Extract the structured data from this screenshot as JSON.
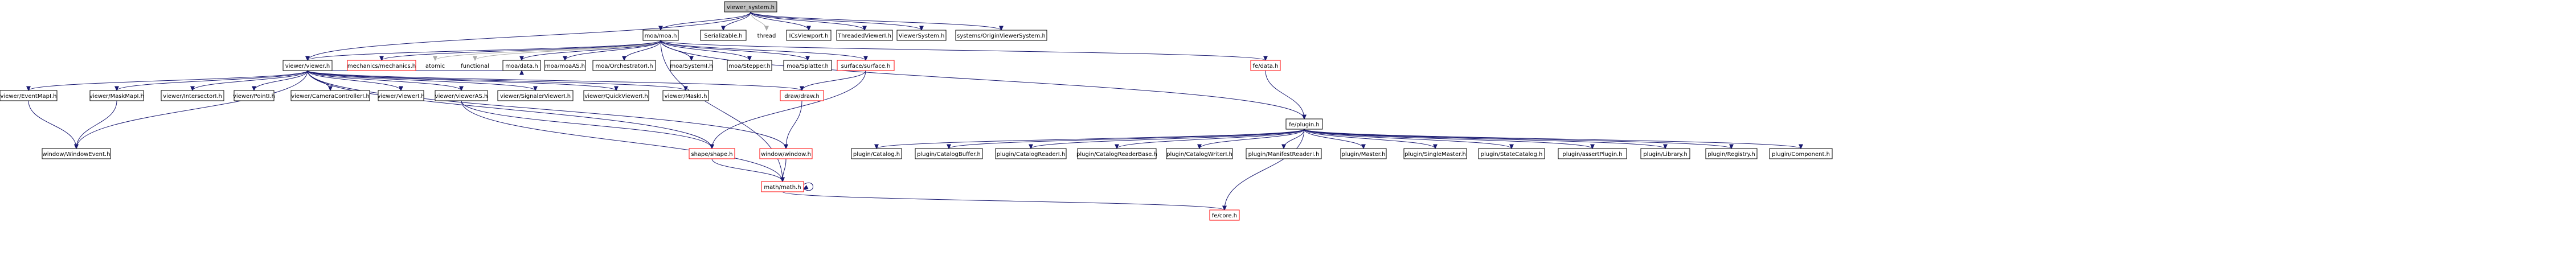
{
  "diagram": {
    "root": "viewer_system.h",
    "colors": {
      "root_fill": "#bfbfbf",
      "node_border": "#000000",
      "missing_border": "#ff0000",
      "plain_text": "#000000",
      "missing_text": "#ff0000",
      "edge_default": "#191970",
      "edge_gray": "#a9a9a9"
    },
    "nodes": [
      {
        "id": "root",
        "label": "viewer_system.h",
        "style": "root"
      },
      {
        "id": "moa_moa",
        "label": "moa/moa.h",
        "style": "box"
      },
      {
        "id": "serializable",
        "label": "Serializable.h",
        "style": "box"
      },
      {
        "id": "thread",
        "label": "thread",
        "style": "plain"
      },
      {
        "id": "ics_viewport",
        "label": "ICsViewport.h",
        "style": "box"
      },
      {
        "id": "threaded_viewer",
        "label": "ThreadedViewerI.h",
        "style": "box"
      },
      {
        "id": "viewer_system_i",
        "label": "ViewerSystem.h",
        "style": "box"
      },
      {
        "id": "origin_viewer",
        "label": "systems/OriginViewerSystem.h",
        "style": "box"
      },
      {
        "id": "viewer_viewer",
        "label": "viewer/viewer.h",
        "style": "box"
      },
      {
        "id": "mech",
        "label": "mechanics/mechanics.h",
        "style": "missing"
      },
      {
        "id": "atomic",
        "label": "atomic",
        "style": "plain"
      },
      {
        "id": "functional",
        "label": "functional",
        "style": "plain"
      },
      {
        "id": "moa_data",
        "label": "moa/data.h",
        "style": "box"
      },
      {
        "id": "moa_moaAS",
        "label": "moa/moaAS.h",
        "style": "box"
      },
      {
        "id": "moa_orch",
        "label": "moa/OrchestratorI.h",
        "style": "box"
      },
      {
        "id": "moa_systemi",
        "label": "moa/SystemI.h",
        "style": "box"
      },
      {
        "id": "moa_stepper",
        "label": "moa/Stepper.h",
        "style": "box"
      },
      {
        "id": "moa_splatter",
        "label": "moa/Splatter.h",
        "style": "box"
      },
      {
        "id": "surface",
        "label": "surface/surface.h",
        "style": "missing"
      },
      {
        "id": "fe_data",
        "label": "fe/data.h",
        "style": "missing"
      },
      {
        "id": "fe_plugin",
        "label": "fe/plugin.h",
        "style": "box"
      },
      {
        "id": "ev_map",
        "label": "viewer/EventMapI.h",
        "style": "box"
      },
      {
        "id": "mask_map",
        "label": "viewer/MaskMapI.h",
        "style": "box"
      },
      {
        "id": "intersector",
        "label": "viewer/IntersectorI.h",
        "style": "box"
      },
      {
        "id": "pointi",
        "label": "viewer/PointI.h",
        "style": "box"
      },
      {
        "id": "camctl",
        "label": "viewer/CameraControllerI.h",
        "style": "box"
      },
      {
        "id": "viewerI",
        "label": "viewer/ViewerI.h",
        "style": "box"
      },
      {
        "id": "viewerAS",
        "label": "viewer/viewerAS.h",
        "style": "box"
      },
      {
        "id": "sigviewer",
        "label": "viewer/SignalerViewerI.h",
        "style": "box"
      },
      {
        "id": "quickviewer",
        "label": "viewer/QuickViewerI.h",
        "style": "box"
      },
      {
        "id": "maski",
        "label": "viewer/MaskI.h",
        "style": "box"
      },
      {
        "id": "draw",
        "label": "draw/draw.h",
        "style": "missing"
      },
      {
        "id": "win_event",
        "label": "window/WindowEvent.h",
        "style": "box"
      },
      {
        "id": "shape",
        "label": "shape/shape.h",
        "style": "missing"
      },
      {
        "id": "window",
        "label": "window/window.h",
        "style": "missing"
      },
      {
        "id": "math",
        "label": "math/math.h",
        "style": "missing"
      },
      {
        "id": "fe_core",
        "label": "fe/core.h",
        "style": "missing"
      },
      {
        "id": "p_catalog",
        "label": "plugin/Catalog.h",
        "style": "box"
      },
      {
        "id": "p_catbuf",
        "label": "plugin/CatalogBuffer.h",
        "style": "box"
      },
      {
        "id": "p_catread",
        "label": "plugin/CatalogReaderI.h",
        "style": "box"
      },
      {
        "id": "p_catreadbase",
        "label": "plugin/CatalogReaderBase.h",
        "style": "box"
      },
      {
        "id": "p_catwrite",
        "label": "plugin/CatalogWriterI.h",
        "style": "box"
      },
      {
        "id": "p_manifest",
        "label": "plugin/ManifestReaderI.h",
        "style": "box"
      },
      {
        "id": "p_master",
        "label": "plugin/Master.h",
        "style": "box"
      },
      {
        "id": "p_single",
        "label": "plugin/SingleMaster.h",
        "style": "box"
      },
      {
        "id": "p_state",
        "label": "plugin/StateCatalog.h",
        "style": "box"
      },
      {
        "id": "p_assert",
        "label": "plugin/assertPlugin.h",
        "style": "box"
      },
      {
        "id": "p_library",
        "label": "plugin/Library.h",
        "style": "box"
      },
      {
        "id": "p_registry",
        "label": "plugin/Registry.h",
        "style": "box"
      },
      {
        "id": "p_component",
        "label": "plugin/Component.h",
        "style": "box"
      }
    ],
    "edges": [
      [
        "root",
        "moa_moa"
      ],
      [
        "root",
        "serializable"
      ],
      [
        "root",
        "thread"
      ],
      [
        "root",
        "ics_viewport"
      ],
      [
        "root",
        "threaded_viewer"
      ],
      [
        "root",
        "viewer_system_i"
      ],
      [
        "root",
        "origin_viewer"
      ],
      [
        "root",
        "viewer_viewer"
      ],
      [
        "moa_moa",
        "viewer_viewer"
      ],
      [
        "moa_moa",
        "mech"
      ],
      [
        "moa_moa",
        "atomic"
      ],
      [
        "moa_moa",
        "functional"
      ],
      [
        "moa_moa",
        "moa_data"
      ],
      [
        "moa_moa",
        "moa_moaAS"
      ],
      [
        "moa_moa",
        "moa_orch"
      ],
      [
        "moa_moa",
        "moa_systemi"
      ],
      [
        "moa_moa",
        "moa_stepper"
      ],
      [
        "moa_moa",
        "moa_splatter"
      ],
      [
        "moa_moa",
        "surface"
      ],
      [
        "moa_moa",
        "fe_data"
      ],
      [
        "moa_moa",
        "fe_plugin"
      ],
      [
        "moa_moa",
        "math"
      ],
      [
        "viewer_viewer",
        "ev_map"
      ],
      [
        "viewer_viewer",
        "mask_map"
      ],
      [
        "viewer_viewer",
        "intersector"
      ],
      [
        "viewer_viewer",
        "pointi"
      ],
      [
        "viewer_viewer",
        "camctl"
      ],
      [
        "viewer_viewer",
        "viewerI"
      ],
      [
        "viewer_viewer",
        "viewerAS"
      ],
      [
        "viewer_viewer",
        "sigviewer"
      ],
      [
        "viewer_viewer",
        "quickviewer"
      ],
      [
        "viewer_viewer",
        "maski"
      ],
      [
        "viewer_viewer",
        "draw"
      ],
      [
        "viewer_viewer",
        "win_event"
      ],
      [
        "viewer_viewer",
        "shape"
      ],
      [
        "viewer_viewer",
        "window"
      ],
      [
        "viewer_viewer",
        "moa_data"
      ],
      [
        "ev_map",
        "win_event"
      ],
      [
        "mask_map",
        "win_event"
      ],
      [
        "viewerAS",
        "math"
      ],
      [
        "viewerAS",
        "shape"
      ],
      [
        "surface",
        "draw"
      ],
      [
        "surface",
        "shape"
      ],
      [
        "draw",
        "window"
      ],
      [
        "shape",
        "math"
      ],
      [
        "window",
        "math"
      ],
      [
        "math",
        "math"
      ],
      [
        "math",
        "fe_core"
      ],
      [
        "fe_data",
        "fe_plugin"
      ],
      [
        "fe_plugin",
        "p_catalog"
      ],
      [
        "fe_plugin",
        "p_catbuf"
      ],
      [
        "fe_plugin",
        "p_catread"
      ],
      [
        "fe_plugin",
        "p_catreadbase"
      ],
      [
        "fe_plugin",
        "p_catwrite"
      ],
      [
        "fe_plugin",
        "p_manifest"
      ],
      [
        "fe_plugin",
        "p_master"
      ],
      [
        "fe_plugin",
        "p_single"
      ],
      [
        "fe_plugin",
        "p_state"
      ],
      [
        "fe_plugin",
        "p_assert"
      ],
      [
        "fe_plugin",
        "p_library"
      ],
      [
        "fe_plugin",
        "p_registry"
      ],
      [
        "fe_plugin",
        "p_component"
      ],
      [
        "fe_plugin",
        "fe_core"
      ]
    ]
  }
}
